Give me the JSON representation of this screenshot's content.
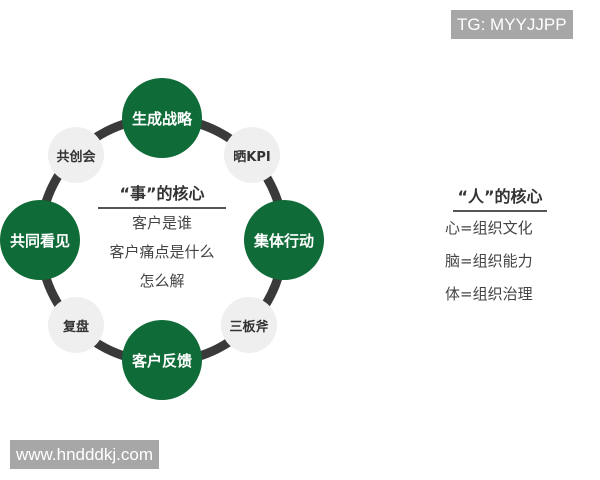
{
  "watermarks": {
    "top_right": "TG: MYYJJPP",
    "bottom_left": "www.hndddkj.com"
  },
  "cycle": {
    "main_nodes": [
      {
        "label": "生成战略",
        "position": "top"
      },
      {
        "label": "集体行动",
        "position": "right"
      },
      {
        "label": "客户反馈",
        "position": "bottom"
      },
      {
        "label": "共同看见",
        "position": "left"
      }
    ],
    "minor_nodes": [
      {
        "label": "晒KPI",
        "position": "top-right"
      },
      {
        "label": "三板斧",
        "position": "bottom-right"
      },
      {
        "label": "复盘",
        "position": "bottom-left"
      },
      {
        "label": "共创会",
        "position": "top-left"
      }
    ],
    "colors": {
      "main": "#0f6b37",
      "minor": "#efefef",
      "ring": "#3a3a3a"
    }
  },
  "center_block": {
    "title": "“事”的核心",
    "lines": [
      "客户是谁",
      "客户痛点是什么",
      "怎么解"
    ]
  },
  "right_block": {
    "title": "“人”的核心",
    "lines": [
      "心=组织文化",
      "脑=组织能力",
      "体=组织治理"
    ]
  }
}
